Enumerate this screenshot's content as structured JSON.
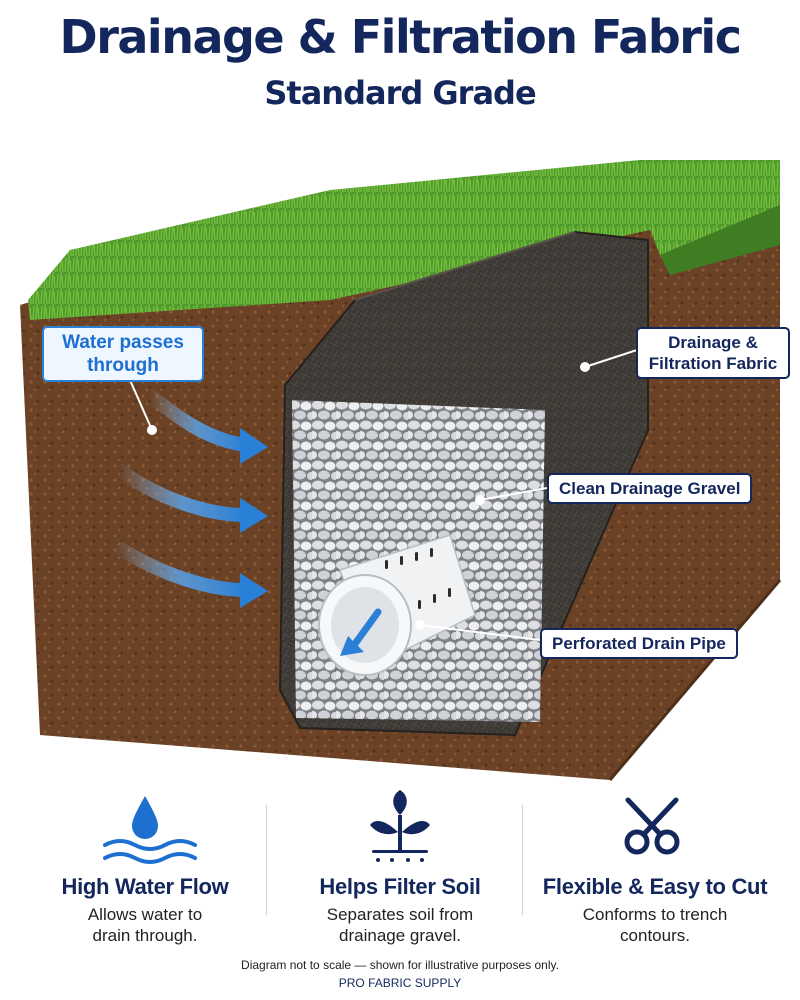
{
  "title": "Drainage & Filtration Fabric",
  "subtitle": "Standard Grade",
  "callouts": {
    "water": "Water passes through",
    "fabric": "Drainage & Filtration Fabric",
    "gravel": "Clean Drainage Gravel",
    "pipe": "Perforated Drain Pipe"
  },
  "features": [
    {
      "icon": "water-drop-waves-icon",
      "title": "High Water Flow",
      "line1": "Allows water to",
      "line2": "drain through."
    },
    {
      "icon": "sprout-leaf-icon",
      "title": "Helps Filter Soil",
      "line1": "Separates soil from",
      "line2": "drainage gravel."
    },
    {
      "icon": "scissors-icon",
      "title": "Flexible & Easy to Cut",
      "line1": "Conforms to trench",
      "line2": "contours."
    }
  ],
  "disclaimer": "Diagram not to scale — shown for illustrative purposes only.",
  "brand": "PRO FABRIC SUPPLY",
  "colors": {
    "navy": "#13275c",
    "water_blue": "#2a7fd6",
    "soil": "#6b4226",
    "grass": "#4f9a2c",
    "fabric": "#3b3733",
    "gravel": "#d8dadc"
  }
}
